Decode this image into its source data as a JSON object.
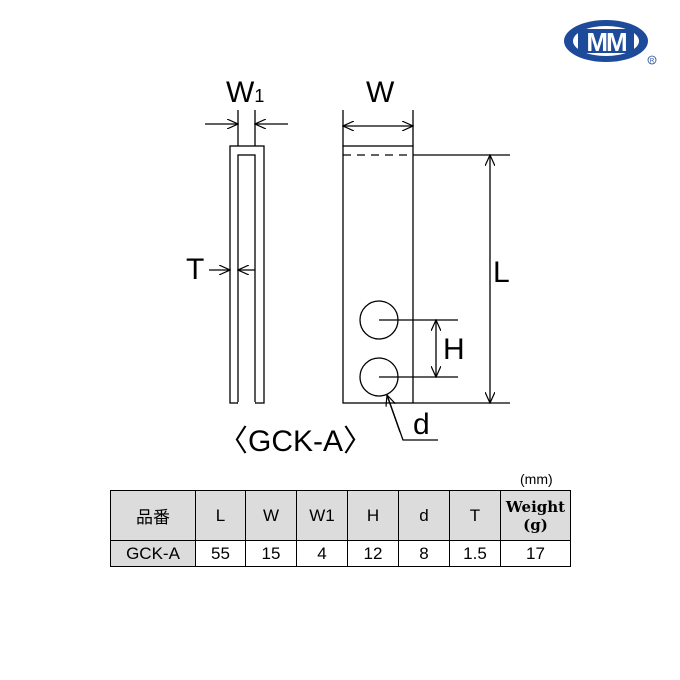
{
  "logo": {
    "text": "MM",
    "registered": "®",
    "color": "#1e4a9a"
  },
  "drawing": {
    "labels": {
      "w1": "W",
      "w1_sub": "1",
      "w": "W",
      "t": "T",
      "l": "L",
      "h": "H",
      "d": "d"
    },
    "caption": "〈GCK-A〉"
  },
  "table": {
    "unit": "(mm)",
    "headers": [
      "品番",
      "L",
      "W",
      "W1",
      "H",
      "d",
      "T"
    ],
    "weight_header": "Weight",
    "weight_unit": "(g)",
    "rows": [
      [
        "GCK-A",
        "55",
        "15",
        "4",
        "12",
        "8",
        "1.5",
        "17"
      ]
    ]
  }
}
